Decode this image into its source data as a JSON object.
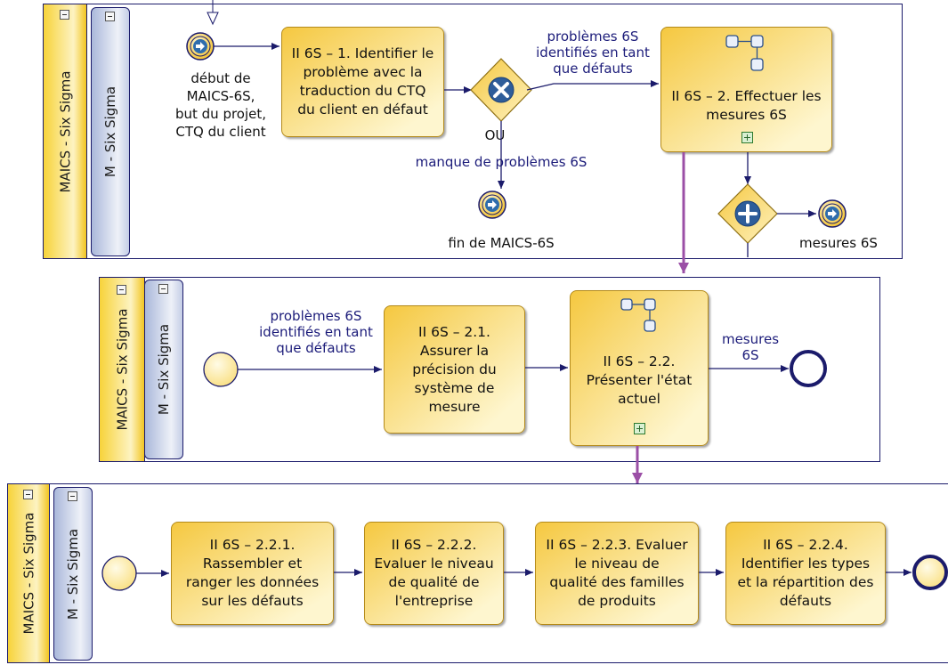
{
  "pool_label": "MAICS - Six Sigma",
  "lane_label": "M - Six Sigma",
  "diagram1": {
    "start_label": "début de\nMAICS-6S,\nbut du projet,\nCTQ du client",
    "task1": "II 6S – 1. Identifier le\nproblème avec la\ntraduction du CTQ\ndu client en défaut",
    "gateway_label": "OU",
    "flow_label_top": "problèmes 6S\nidentifiés en tant\nque défauts",
    "flow_label_bottom": "manque de problèmes 6S",
    "end_label": "fin de MAICS-6S",
    "task2": "II 6S – 2. Effectuer les\nmesures 6S",
    "result_label": "mesures 6S"
  },
  "diagram2": {
    "flow_label_in": "problèmes 6S\nidentifiés en tant\nque défauts",
    "task1": "II 6S – 2.1.\nAssurer la\nprécision du\nsystème de\nmesure",
    "task2": "II 6S – 2.2.\nPrésenter l'état\nactuel",
    "flow_label_out": "mesures\n6S"
  },
  "diagram3": {
    "task1": "II 6S – 2.2.1.\nRassembler et\nranger les données\nsur les défauts",
    "task2": "II 6S – 2.2.2.\nEvaluer le niveau\nde qualité de\nl'entreprise",
    "task3": "II 6S – 2.2.3. Evaluer\nle niveau de\nqualité des familles\nde produits",
    "task4": "II 6S – 2.2.4.\nIdentifier les types\net la répartition des\ndéfauts"
  },
  "colors": {
    "flow": "#1b1b6b",
    "link": "#9b4fa6",
    "task_fill": "#f5c840",
    "pool_header": "#f7d33a",
    "lane_header": "#aab8da"
  }
}
